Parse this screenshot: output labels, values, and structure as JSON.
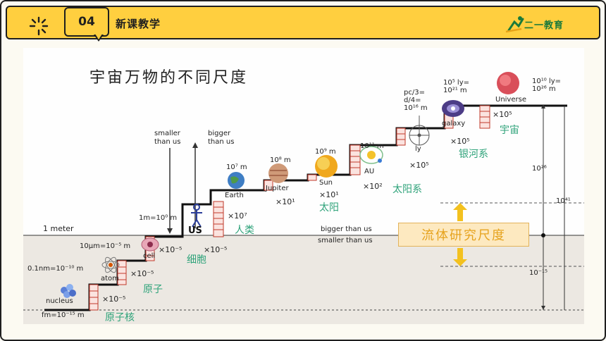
{
  "header": {
    "section_number": "04",
    "section_title": "新课教学",
    "brand": "二一教育"
  },
  "diagram": {
    "title": "宇宙万物的不同尺度",
    "left_labels": {
      "one_meter": "1 meter",
      "micrometer": "10μm=10⁻⁵ m",
      "nanometer": "0.1nm=10⁻¹⁰ m",
      "femtometer": "fm=10⁻¹⁵ m",
      "human": "1m=10⁰ m"
    },
    "arrows": {
      "smaller": "smaller\nthan us",
      "bigger": "bigger\nthan us"
    },
    "objects": {
      "nucleus": "nucleus",
      "atom": "atom",
      "cell": "cell",
      "us": "US",
      "earth": "Earth",
      "earth_size": "10⁷ m",
      "jupiter": "Jupiter",
      "jupiter_size": "10⁸ m",
      "sun": "Sun",
      "sun_size": "10⁹ m",
      "au": "AU",
      "au_size": "10¹¹ m",
      "ly": "ly",
      "ly_size": "pc/3=\nd/4=\n10¹⁶ m",
      "galaxy": "galaxy",
      "galaxy_size": "10⁵ ly=\n10²¹ m",
      "universe": "Universe",
      "universe_size": "10¹⁰ ly=\n10²⁶ m"
    },
    "factors": {
      "f1": "×10⁻⁵",
      "f2": "×10⁻⁵",
      "f3": "×10⁻⁵",
      "f4": "×10⁻⁵",
      "f5": "×10⁷",
      "f6": "×10¹",
      "f7": "×10¹",
      "f8": "×10²",
      "f9": "×10⁵",
      "f10": "×10⁵",
      "f11": "×10⁵"
    },
    "chinese": {
      "nucleus": "原子核",
      "atom": "原子",
      "cell": "细胞",
      "human": "人类",
      "sun": "太阳",
      "solar_system": "太阳系",
      "galaxy": "银河系",
      "universe": "宇宙"
    },
    "bigger_than_us": "bigger than us",
    "smaller_than_us": "smaller than us",
    "flow_scale": "流体研究尺度",
    "range_up": "10²⁶",
    "range_total": "10⁴¹",
    "range_down": "10⁻¹⁵"
  }
}
